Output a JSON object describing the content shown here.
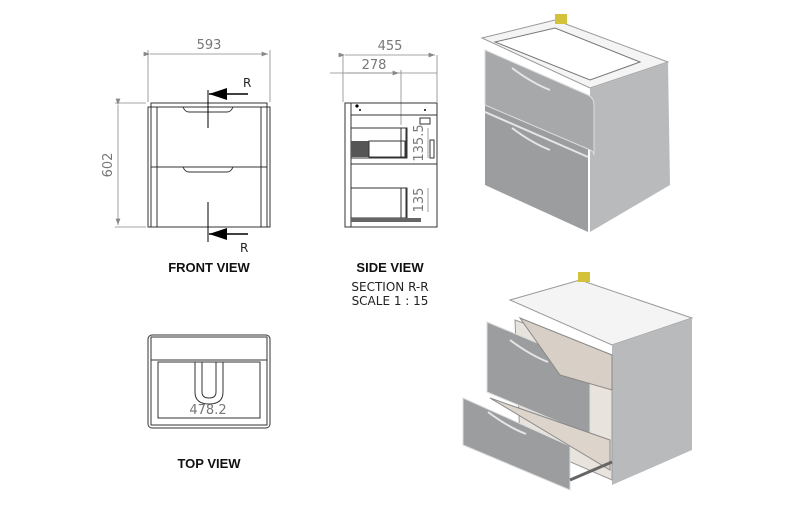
{
  "front_view": {
    "label": "FRONT VIEW",
    "width_dim": "593",
    "height_dim": "602",
    "section_mark_top": "R",
    "section_mark_bottom": "R"
  },
  "side_view": {
    "label": "SIDE VIEW",
    "depth_dim": "455",
    "inner_dim": "278",
    "drawer_dim_upper": "135.5",
    "drawer_dim_lower": "135",
    "section": "SECTION R-R",
    "scale": "SCALE 1 : 15"
  },
  "top_view": {
    "label": "TOP VIEW",
    "inner_dim": "478.2"
  },
  "colors": {
    "cabinet_body": "#a9aaac",
    "cabinet_front": "#8f9093",
    "bracket": "#d4c23a"
  }
}
